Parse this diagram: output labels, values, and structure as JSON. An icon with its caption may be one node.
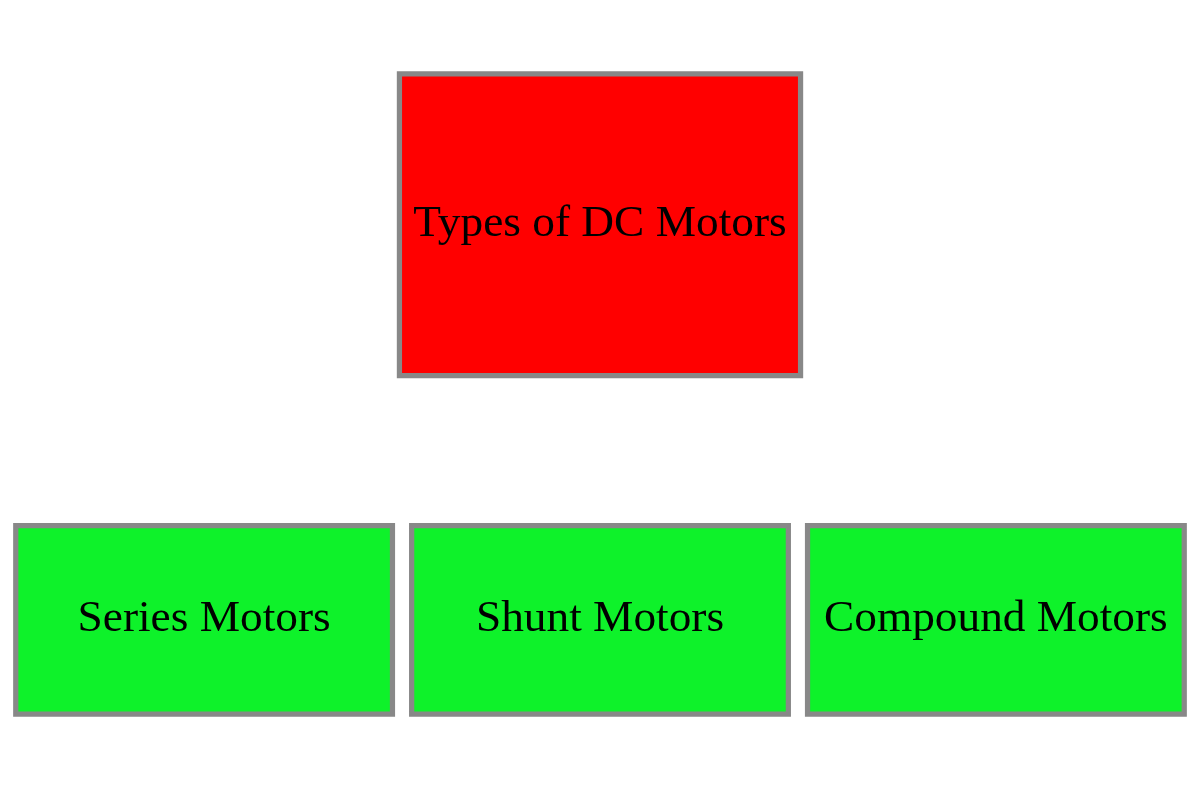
{
  "diagram": {
    "nodes": [
      {
        "text": [
          "Types of DC Motors"
        ]
      },
      {
        "text": [
          "Series Motors"
        ]
      },
      {
        "text": [
          "Shunt Motors"
        ]
      },
      {
        "text": [
          "Compound Motors"
        ]
      }
    ]
  }
}
